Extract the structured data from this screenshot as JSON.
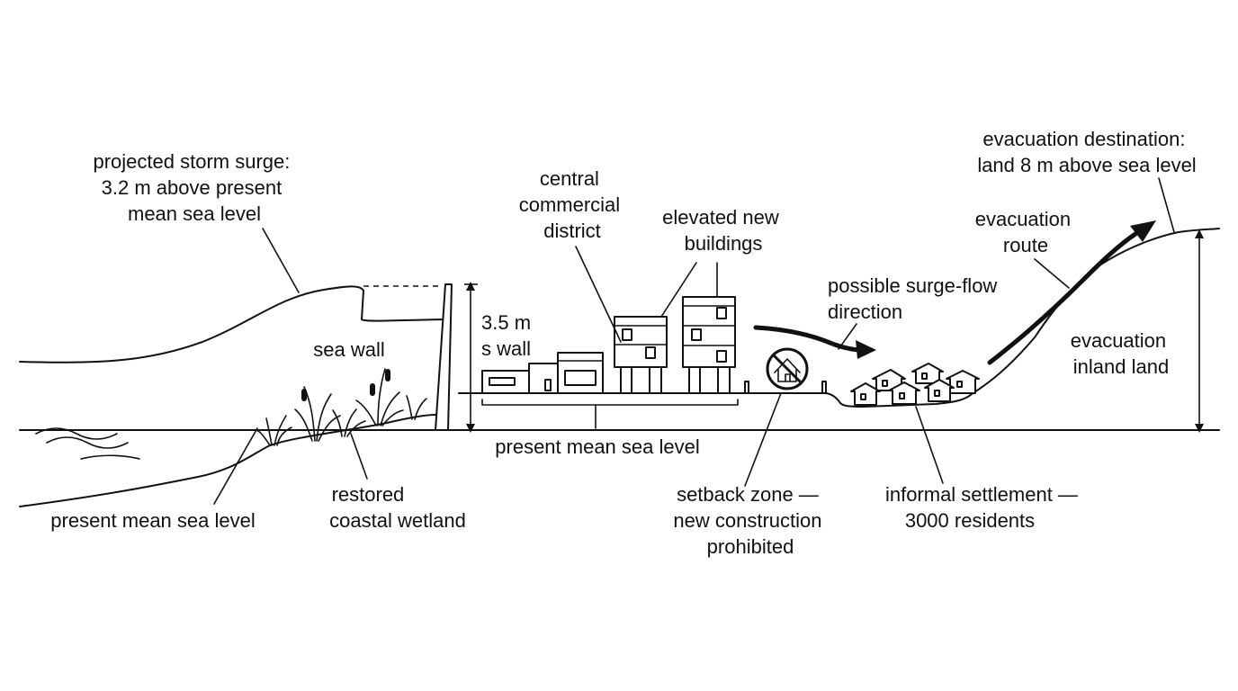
{
  "diagram": {
    "labels": {
      "storm_surge": [
        "projected storm surge:",
        "3.2 m above present",
        "mean sea level"
      ],
      "sea_wall": "sea wall",
      "wall_height": [
        "3.5 m",
        "s wall"
      ],
      "commercial_district": [
        "central",
        "commercial",
        "district"
      ],
      "elevated_buildings": [
        "elevated new",
        "buildings"
      ],
      "surge_flow": [
        "possible surge-flow",
        "direction"
      ],
      "evacuation_destination": [
        "evacuation destination:",
        "land 8 m above sea level"
      ],
      "evacuation_route": [
        "evacuation",
        "route"
      ],
      "evacuation_inland": [
        "evacuation",
        "inland land"
      ],
      "sea_level_left": "present mean sea level",
      "sea_level_center": "present mean sea level",
      "wetland": [
        "restored",
        "coastal wetland"
      ],
      "setback_zone": [
        "setback zone —",
        "new construction",
        "prohibited"
      ],
      "informal_settlement": [
        "informal settlement —",
        "3000 residents"
      ]
    },
    "icons": [
      "no-construction-icon",
      "surge-flow-arrow",
      "evacuation-route-arrow",
      "height-dimension-arrow"
    ]
  }
}
